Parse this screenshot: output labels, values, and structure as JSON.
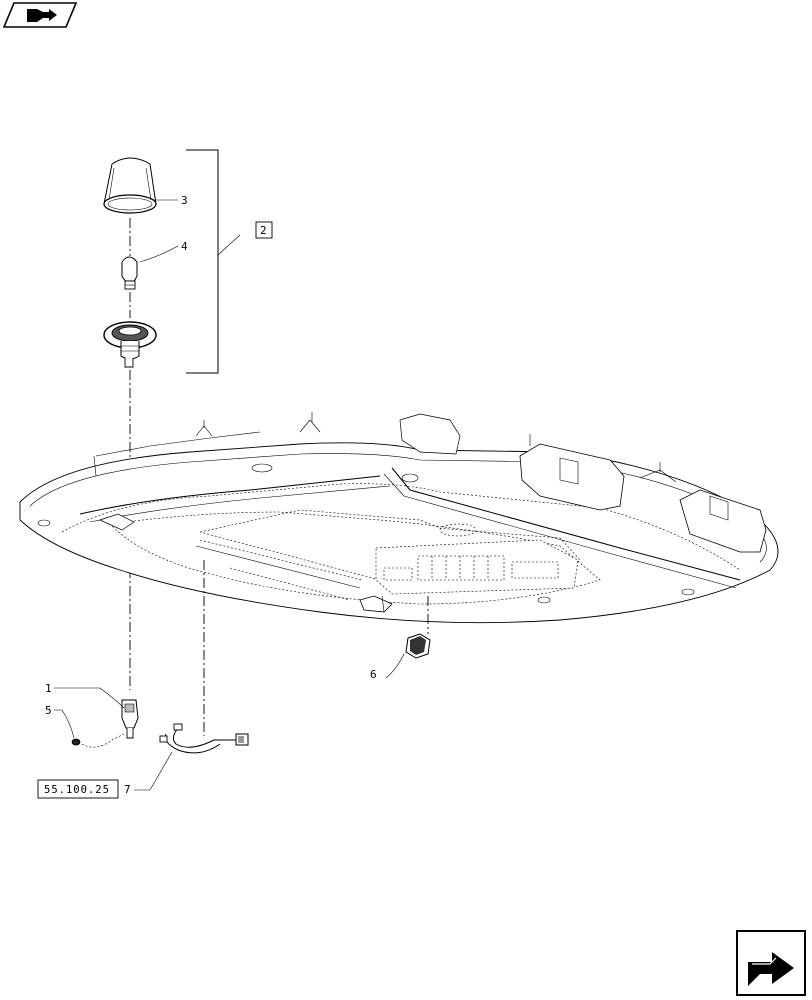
{
  "nav": {
    "top_icon": "book-arrow-icon",
    "bottom_icon": "next-page-arrow-icon"
  },
  "callouts": {
    "item_1": "1",
    "item_2": "2",
    "item_3": "3",
    "item_4": "4",
    "item_5": "5",
    "item_6": "6",
    "item_7": "7"
  },
  "reference": {
    "section_code": "55.100.25"
  }
}
